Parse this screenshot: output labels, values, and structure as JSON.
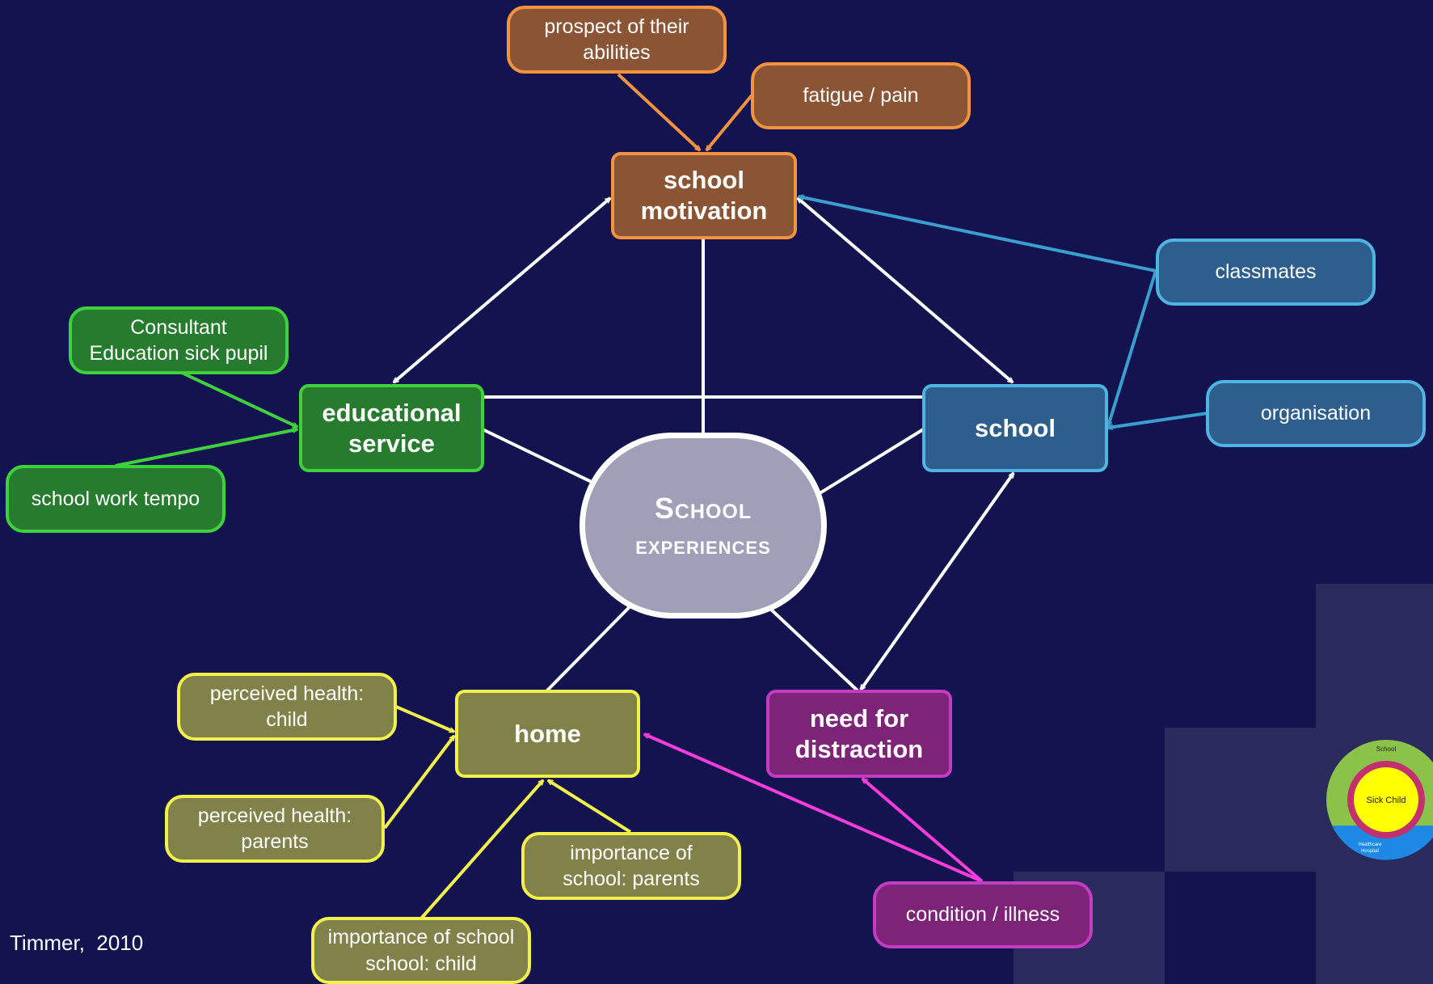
{
  "center": {
    "line1": "School",
    "line2": "experiences"
  },
  "main_nodes": {
    "motivation": "school\nmotivation",
    "educational": "educational\nservice",
    "school": "school",
    "home": "home",
    "distraction": "need for\ndistraction"
  },
  "factors": {
    "prospect": "prospect of their\nabilities",
    "fatigue": "fatigue / pain",
    "classmates": "classmates",
    "organisation": "organisation",
    "consultant": "Consultant\nEducation sick pupil",
    "tempo": "school work tempo",
    "health_child": "perceived health:\nchild",
    "health_parents": "perceived health:\nparents",
    "importance_parents": "importance of\nschool: parents",
    "importance_child": "importance of school\nschool: child",
    "condition": "condition / illness"
  },
  "author": "Timmer,  2010",
  "logo": {
    "outer": "School",
    "inner": "Sick Child",
    "bottom_1": "Healthcare",
    "bottom_2": "Hospital"
  },
  "colors": {
    "background": "#13134f",
    "orange": "#f3923f",
    "green": "#3ed13c",
    "blue": "#4fb4e2",
    "yellow": "#f2f04a",
    "magenta": "#ff3cdc",
    "white": "#ffffff"
  }
}
